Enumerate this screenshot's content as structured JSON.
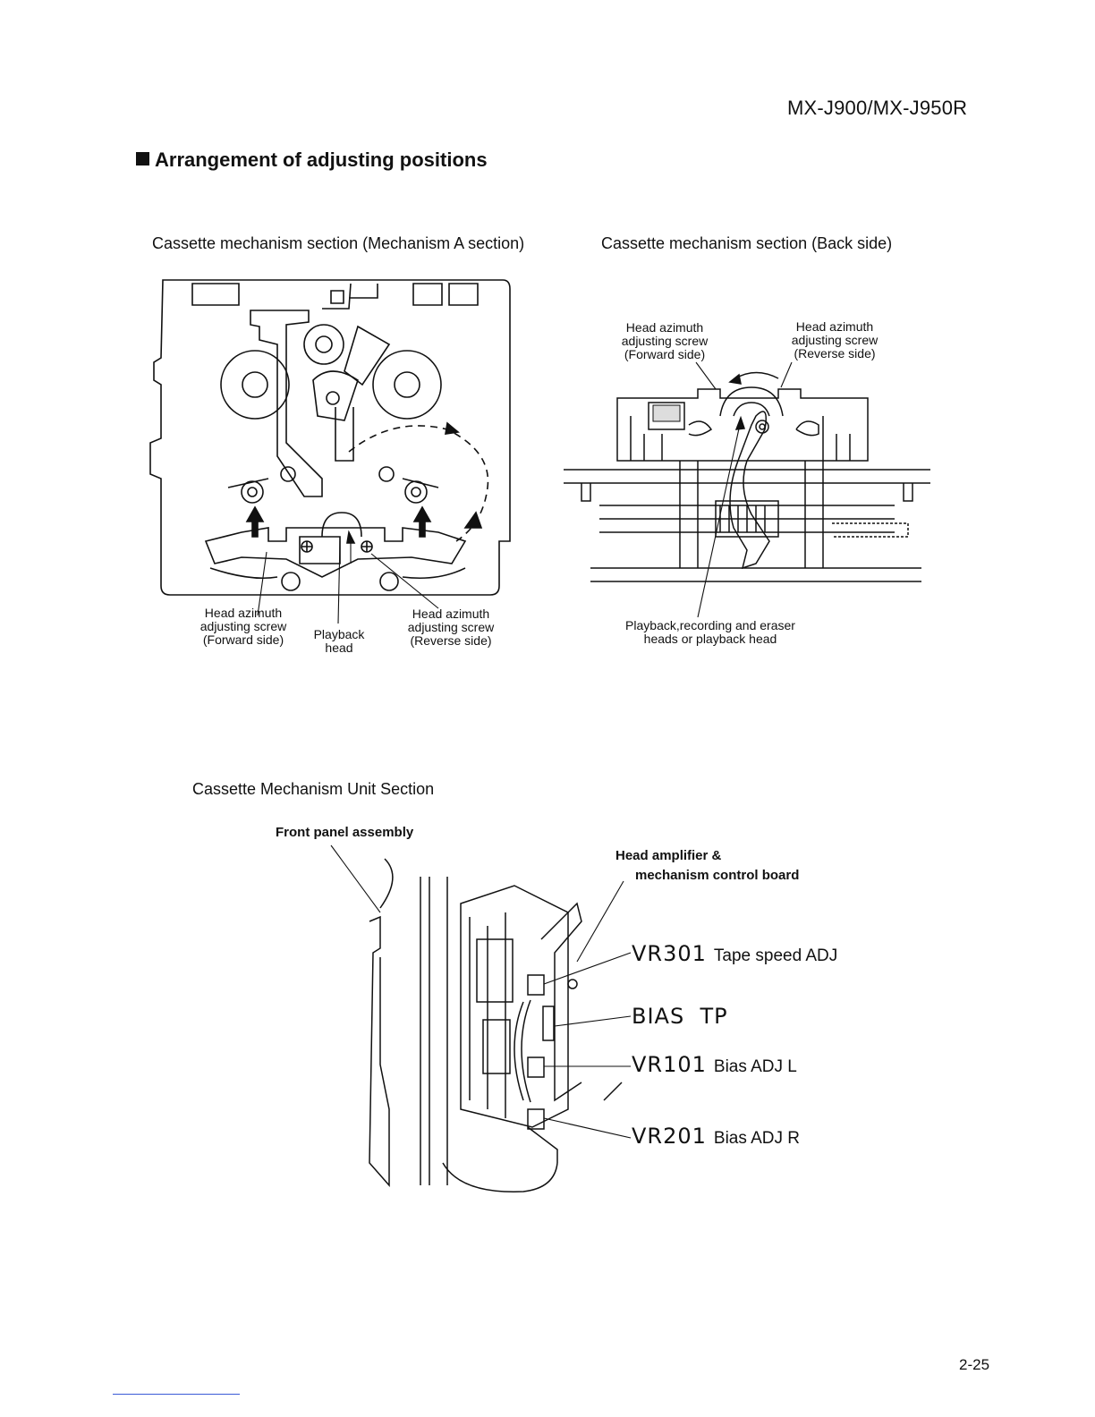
{
  "header": {
    "model": "MX-J900/MX-J950R"
  },
  "section": {
    "title": "Arrangement of adjusting positions"
  },
  "fig_mech_a": {
    "title": "Cassette mechanism section (Mechanism A section)",
    "label_forward": [
      "Head azimuth",
      "adjusting screw",
      "(Forward side)"
    ],
    "label_playback": [
      "Playback",
      "head"
    ],
    "label_reverse": [
      "Head azimuth",
      "adjusting screw",
      "(Reverse side)"
    ]
  },
  "fig_back": {
    "title": "Cassette mechanism section (Back side)",
    "label_forward": [
      "Head azimuth",
      "adjusting screw",
      "(Forward side)"
    ],
    "label_reverse": [
      "Head azimuth",
      "adjusting screw",
      "(Reverse side)"
    ],
    "label_heads": [
      "Playback,recording and eraser",
      "heads or playback head"
    ]
  },
  "fig_unit": {
    "title": "Cassette Mechanism Unit Section",
    "label_front_panel": "Front panel assembly",
    "label_board": [
      "Head amplifier &",
      "mechanism control board"
    ],
    "callouts": [
      {
        "code": "VR301",
        "desc": "Tape speed ADJ"
      },
      {
        "code": "BIAS  TP",
        "desc": ""
      },
      {
        "code": "VR101",
        "desc": "Bias ADJ L"
      },
      {
        "code": "VR201",
        "desc": "Bias ADJ R"
      }
    ]
  },
  "footer": {
    "page": "2-25"
  }
}
